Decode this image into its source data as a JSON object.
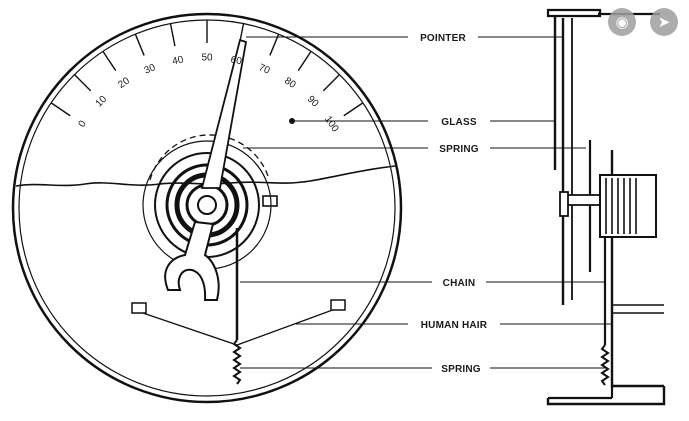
{
  "labels": {
    "pointer": "POINTER",
    "glass": "GLASS",
    "spring_top": "SPRING",
    "chain": "CHAIN",
    "human_hair": "HUMAN HAIR",
    "spring_bottom": "SPRING"
  },
  "scale_ticks": [
    "0",
    "10",
    "20",
    "30",
    "40",
    "50",
    "60",
    "70",
    "80",
    "90",
    "100"
  ],
  "ui": {
    "lens_icon": "lens-icon",
    "share_icon": "share-icon"
  }
}
